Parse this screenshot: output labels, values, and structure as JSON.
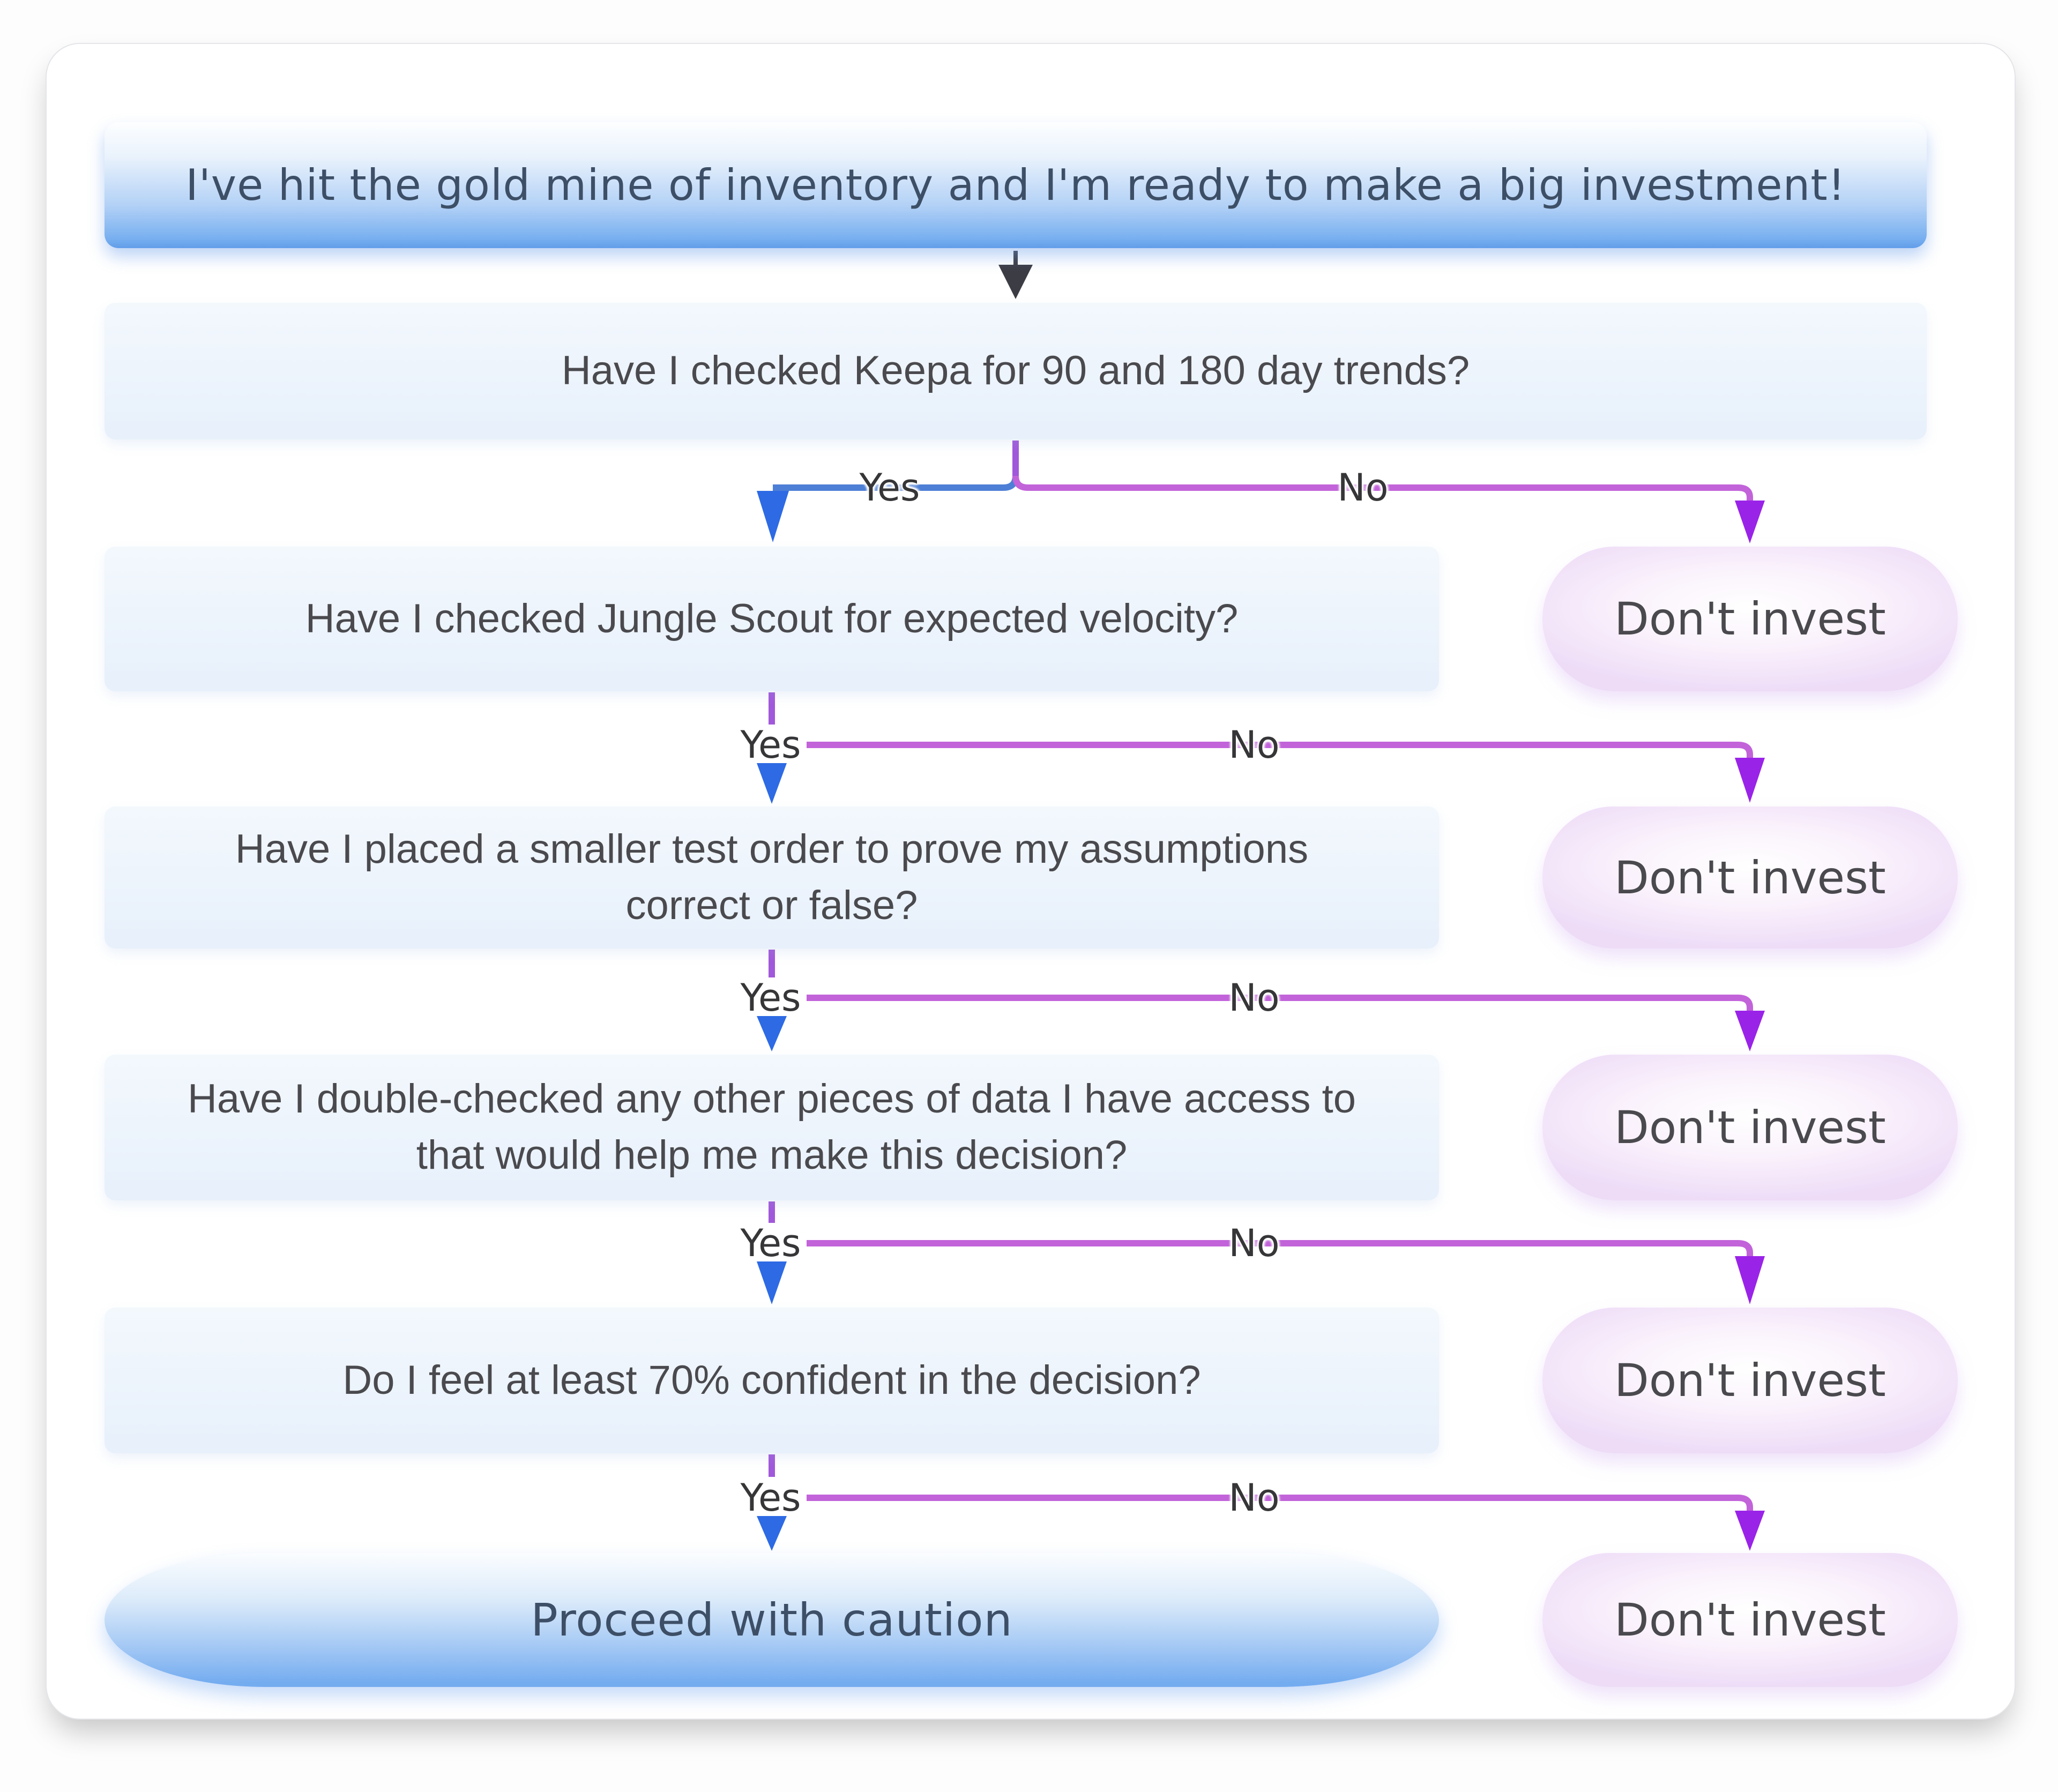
{
  "flowchart": {
    "start": {
      "label": "I've hit the gold mine of inventory and I'm ready to make a big investment!"
    },
    "questions": [
      {
        "text": "Have I checked Keepa for 90 and 180 day trends?"
      },
      {
        "text": "Have I checked Jungle Scout for expected velocity?"
      },
      {
        "text": "Have I placed a smaller test order to prove my assumptions\ncorrect or false?"
      },
      {
        "text": "Have I double-checked any other pieces of data I have access to\nthat would help me make this decision?"
      },
      {
        "text": "Do I feel at least 70% confident in the decision?"
      }
    ],
    "branches": [
      {
        "yes": "Yes",
        "no": "No"
      },
      {
        "yes": "Yes",
        "no": "No"
      },
      {
        "yes": "Yes",
        "no": "No"
      },
      {
        "yes": "Yes",
        "no": "No"
      },
      {
        "yes": "Yes",
        "no": "No"
      }
    ],
    "negative_outcome": {
      "label": "Don't invest"
    },
    "positive_outcome": {
      "label": "Proceed with caution"
    },
    "colors": {
      "stub_purple": "#a158da",
      "yes_line_blue": "#4d7fd6",
      "no_line_magenta": "#c263da",
      "yes_arrow_blue": "#2d6ae4",
      "no_arrow_purple": "#9a23e8",
      "start_arrow_dark": "#3c3c44",
      "start_box_blue": "#79b0f0",
      "question_box_blue": "#e7f0fb",
      "outcome_pill_pink": "#eedcf7",
      "proceed_blue": "#74acf0"
    }
  }
}
